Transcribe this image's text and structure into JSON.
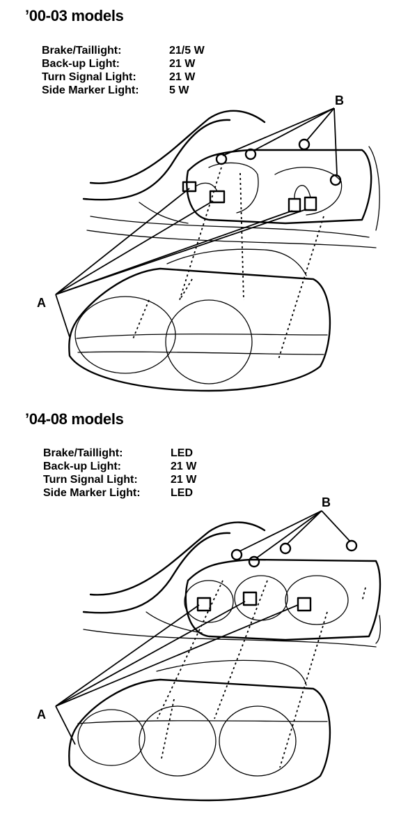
{
  "sections": [
    {
      "title": "’00-03 models",
      "specs": [
        {
          "label": "Brake/Taillight:",
          "value": "21/5 W"
        },
        {
          "label": "Back-up Light:",
          "value": "21 W"
        },
        {
          "label": "Turn Signal Light:",
          "value": "21 W"
        },
        {
          "label": "Side Marker Light:",
          "value": "5 W"
        }
      ],
      "callouts": {
        "a": "A",
        "b": "B"
      }
    },
    {
      "title": "’04-08 models",
      "specs": [
        {
          "label": "Brake/Taillight:",
          "value": "LED"
        },
        {
          "label": "Back-up Light:",
          "value": "21 W"
        },
        {
          "label": "Turn Signal Light:",
          "value": "21 W"
        },
        {
          "label": "Side Marker Light:",
          "value": "LED"
        }
      ],
      "callouts": {
        "a": "A",
        "b": "B"
      }
    }
  ]
}
